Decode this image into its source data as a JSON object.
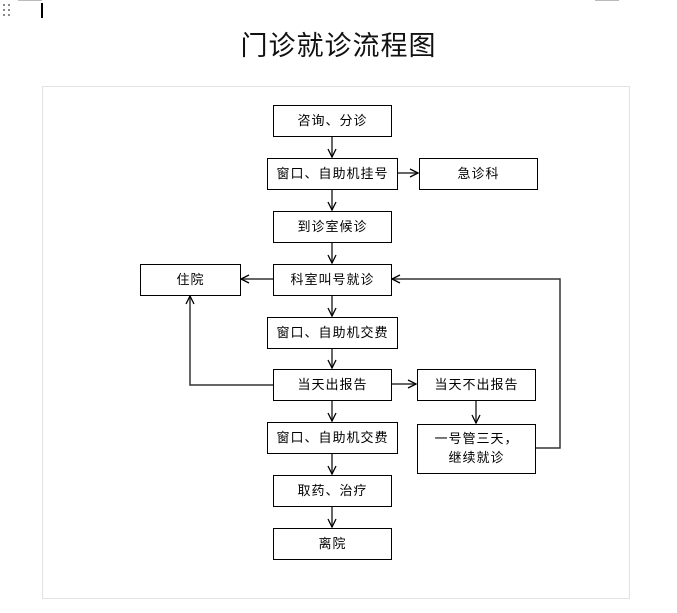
{
  "document": {
    "title": "门诊就诊流程图"
  },
  "flowchart": {
    "nodes": {
      "consult": "咨询、分诊",
      "register": "窗口、自助机挂号",
      "emergency": "急诊科",
      "wait": "到诊室候诊",
      "call": "科室叫号就诊",
      "hospitalize": "住院",
      "pay1": "窗口、自助机交费",
      "report_same_day": "当天出报告",
      "report_not_same_day": "当天不出报告",
      "one_number_three_days_line1": "一号管三天，",
      "one_number_three_days_line2": "继续就诊",
      "pay2": "窗口、自助机交费",
      "medicine": "取药、治疗",
      "leave": "离院"
    },
    "edges": [
      {
        "from": "consult",
        "to": "register"
      },
      {
        "from": "register",
        "to": "emergency"
      },
      {
        "from": "register",
        "to": "wait"
      },
      {
        "from": "wait",
        "to": "call"
      },
      {
        "from": "call",
        "to": "hospitalize"
      },
      {
        "from": "call",
        "to": "pay1"
      },
      {
        "from": "pay1",
        "to": "report_same_day"
      },
      {
        "from": "report_same_day",
        "to": "hospitalize"
      },
      {
        "from": "report_same_day",
        "to": "report_not_same_day"
      },
      {
        "from": "report_same_day",
        "to": "pay2"
      },
      {
        "from": "report_not_same_day",
        "to": "one_number_three_days"
      },
      {
        "from": "one_number_three_days",
        "to": "call"
      },
      {
        "from": "pay2",
        "to": "medicine"
      },
      {
        "from": "medicine",
        "to": "leave"
      }
    ]
  }
}
